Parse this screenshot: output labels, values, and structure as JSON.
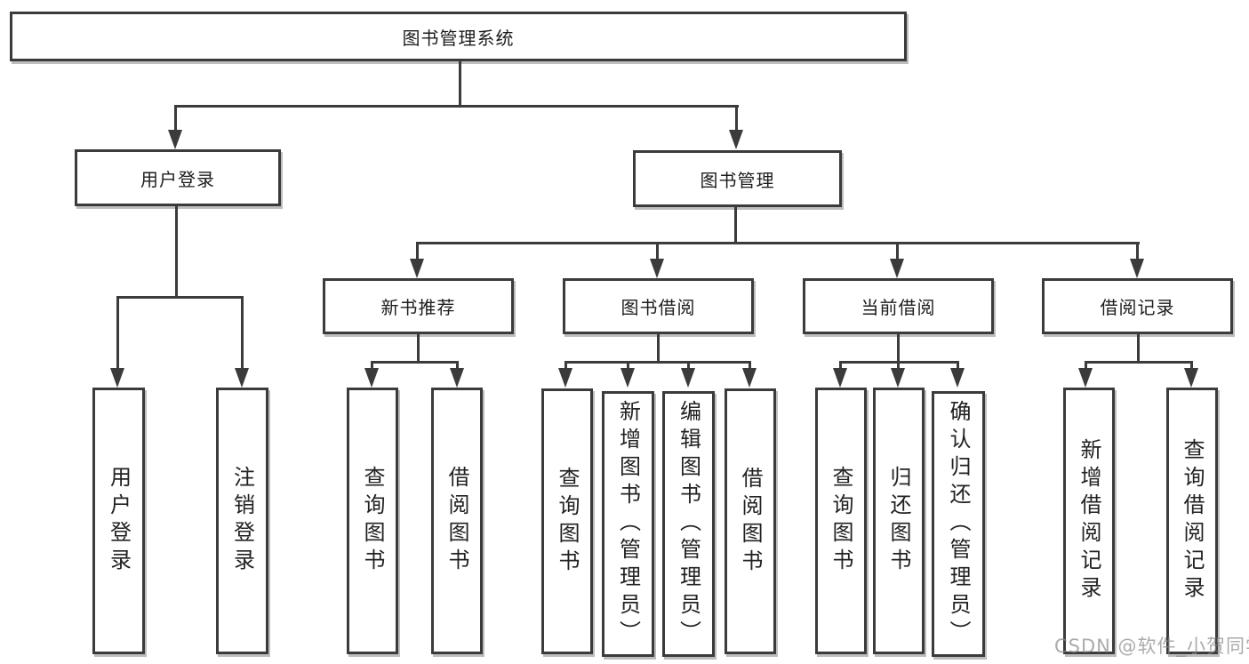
{
  "diagram": {
    "root_label": "图书管理系统",
    "user_branch": {
      "label": "用户登录",
      "leaves": [
        "用户登录",
        "注销登录"
      ]
    },
    "book_branch": {
      "label": "图书管理",
      "groups": [
        {
          "label": "新书推荐",
          "leaves": [
            "查询图书",
            "借阅图书"
          ]
        },
        {
          "label": "图书借阅",
          "leaves": [
            "查询图书",
            "新增图书（管理员）",
            "编辑图书（管理员）",
            "借阅图书"
          ]
        },
        {
          "label": "当前借阅",
          "leaves": [
            "查询图书",
            "归还图书",
            "确认归还（管理员）"
          ]
        },
        {
          "label": "借阅记录",
          "leaves": [
            "新增借阅记录",
            "查询借阅记录"
          ]
        }
      ]
    }
  },
  "watermark": {
    "text": "CSDN @软件_小贺同学"
  },
  "colors": {
    "line": "#3b3b3b",
    "box_border": "#3b3b3b",
    "box_background": "#ffffff",
    "box_shadow": "#bdbdbd",
    "text": "#1d1d1d",
    "watermark": "#8a8a8a"
  }
}
